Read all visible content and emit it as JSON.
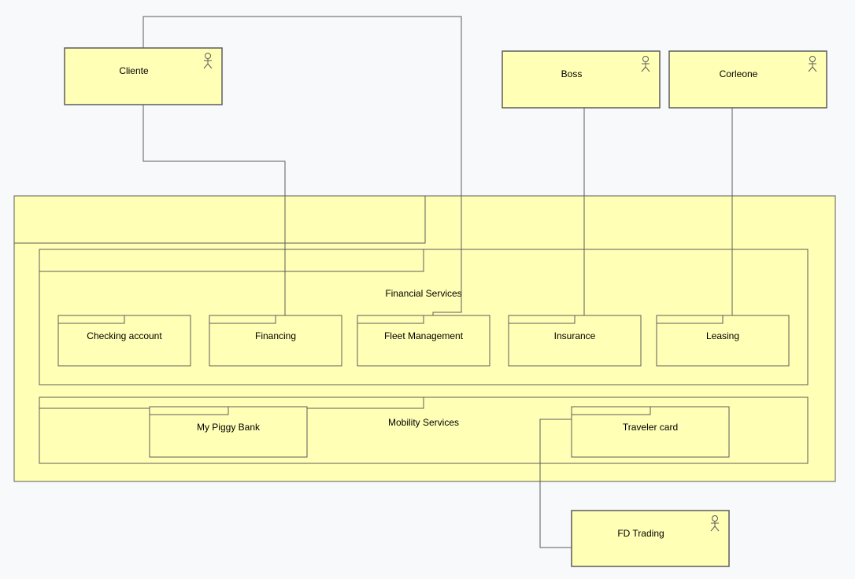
{
  "colors": {
    "background": "#f8f9fb",
    "box_fill": "#ffffb5",
    "box_stroke": "#5c5c5c",
    "connector": "#5c5c5c"
  },
  "actors": {
    "cliente": {
      "label": "Cliente",
      "icon": "actor-icon"
    },
    "boss": {
      "label": "Boss",
      "icon": "actor-icon"
    },
    "corleone": {
      "label": "Corleone",
      "icon": "actor-icon"
    },
    "fd_trading": {
      "label": "FD Trading",
      "icon": "actor-icon"
    }
  },
  "groups": {
    "outer": {
      "label": ""
    },
    "financial_services": {
      "label": "Financial Services"
    },
    "mobility_services": {
      "label": "Mobility Services"
    }
  },
  "products": {
    "checking_account": {
      "label": "Checking account"
    },
    "financing": {
      "label": "Financing"
    },
    "fleet_management": {
      "label": "Fleet Management"
    },
    "insurance": {
      "label": "Insurance"
    },
    "leasing": {
      "label": "Leasing"
    },
    "my_piggy_bank": {
      "label": "My Piggy Bank"
    },
    "traveler_card": {
      "label": "Traveler card"
    }
  }
}
